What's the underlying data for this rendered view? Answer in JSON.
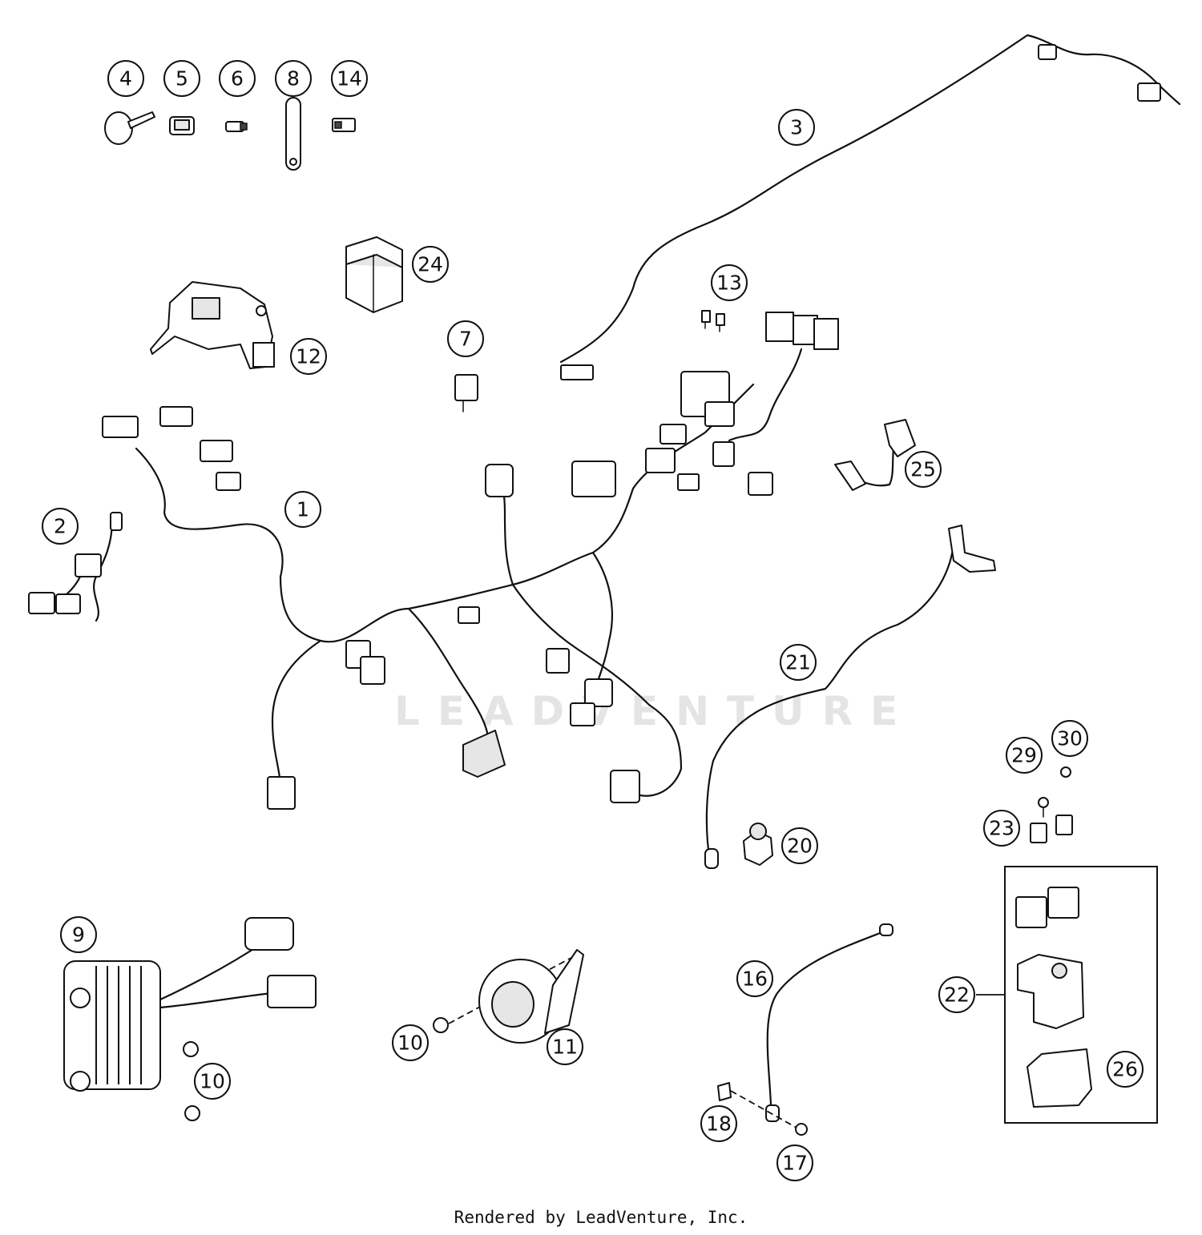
{
  "diagram": {
    "watermark_text": "LEADVENTURE",
    "caption": "Rendered by LeadVenture, Inc.",
    "callouts": {
      "c1": "1",
      "c2": "2",
      "c3": "3",
      "c4": "4",
      "c5": "5",
      "c6": "6",
      "c7": "7",
      "c8": "8",
      "c9": "9",
      "c10a": "10",
      "c10b": "10",
      "c11": "11",
      "c12": "12",
      "c13": "13",
      "c14": "14",
      "c16": "16",
      "c17": "17",
      "c18": "18",
      "c20": "20",
      "c21": "21",
      "c22": "22",
      "c23": "23",
      "c24": "24",
      "c25": "25",
      "c26": "26",
      "c29": "29",
      "c30": "30"
    }
  }
}
